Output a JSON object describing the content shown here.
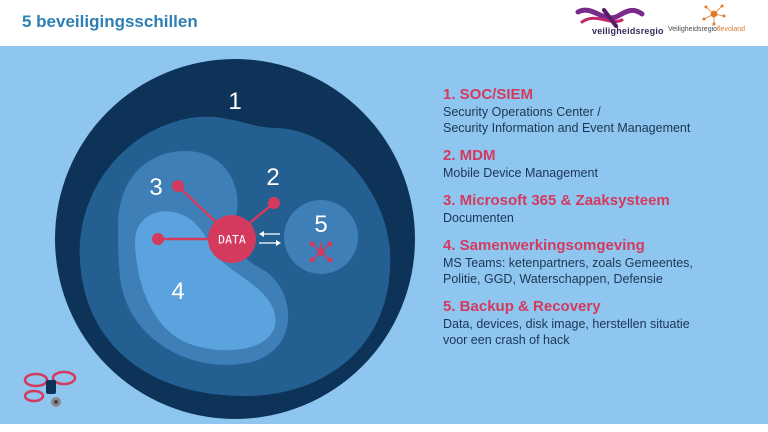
{
  "header": {
    "title": "5 beveiligingsschillen",
    "logo1_text": "veiligheidsregio",
    "logo2_text_prefix": "Veiligheidsregio",
    "logo2_text_suffix": "flevoland"
  },
  "diagram": {
    "layers": [
      {
        "number": "1"
      },
      {
        "number": "2"
      },
      {
        "number": "3"
      },
      {
        "number": "4"
      },
      {
        "number": "5"
      }
    ],
    "center_label": "DATA"
  },
  "legend": {
    "items": [
      {
        "title": "1. SOC/SIEM",
        "lines": [
          "Security Operations Center /",
          "Security Information and Event Management"
        ]
      },
      {
        "title": "2. MDM",
        "lines": [
          "Mobile Device Management"
        ]
      },
      {
        "title": "3. Microsoft 365 & Zaaksysteem",
        "lines": [
          "Documenten"
        ]
      },
      {
        "title": "4. Samenwerkingsomgeving",
        "lines": [
          "MS Teams: ketenpartners, zoals Gemeentes,",
          "Politie, GGD, Waterschappen, Defensie"
        ]
      },
      {
        "title": "5. Backup & Recovery",
        "lines": [
          "Data, devices, disk image, herstellen situatie",
          "voor een crash of hack"
        ]
      }
    ]
  },
  "colors": {
    "background": "#8ec6f0",
    "outer_ring": "#0e3358",
    "layer_2": "#245f92",
    "layer_3": "#3f7fb8",
    "layer_4": "#5aa3df",
    "accent": "#d43a5e",
    "title_blue": "#2f7fb4"
  },
  "icons": [
    "logo-veiligheidsregio",
    "logo-veiligheidsregio-flevoland",
    "drone-icon",
    "network-icon",
    "exchange-arrows-icon"
  ]
}
